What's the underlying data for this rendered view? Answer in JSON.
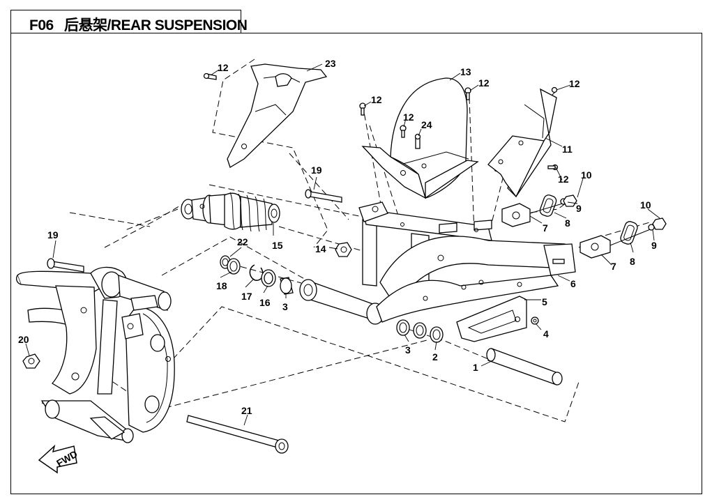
{
  "title": {
    "code": "F06",
    "name": "后悬架/REAR SUSPENSION"
  },
  "direction_marker": "FWD",
  "callouts": [
    {
      "id": "c1",
      "label": "1"
    },
    {
      "id": "c2",
      "label": "2"
    },
    {
      "id": "c3a",
      "label": "3"
    },
    {
      "id": "c3b",
      "label": "3"
    },
    {
      "id": "c4",
      "label": "4"
    },
    {
      "id": "c5",
      "label": "5"
    },
    {
      "id": "c6",
      "label": "6"
    },
    {
      "id": "c7a",
      "label": "7"
    },
    {
      "id": "c7b",
      "label": "7"
    },
    {
      "id": "c8a",
      "label": "8"
    },
    {
      "id": "c8b",
      "label": "8"
    },
    {
      "id": "c9a",
      "label": "9"
    },
    {
      "id": "c9b",
      "label": "9"
    },
    {
      "id": "c10a",
      "label": "10"
    },
    {
      "id": "c10b",
      "label": "10"
    },
    {
      "id": "c11",
      "label": "11"
    },
    {
      "id": "c12a",
      "label": "12"
    },
    {
      "id": "c12b",
      "label": "12"
    },
    {
      "id": "c12c",
      "label": "12"
    },
    {
      "id": "c12d",
      "label": "12"
    },
    {
      "id": "c12e",
      "label": "12"
    },
    {
      "id": "c12f",
      "label": "12"
    },
    {
      "id": "c13",
      "label": "13"
    },
    {
      "id": "c14",
      "label": "14"
    },
    {
      "id": "c15",
      "label": "15"
    },
    {
      "id": "c16",
      "label": "16"
    },
    {
      "id": "c17",
      "label": "17"
    },
    {
      "id": "c18",
      "label": "18"
    },
    {
      "id": "c19a",
      "label": "19"
    },
    {
      "id": "c19b",
      "label": "19"
    },
    {
      "id": "c20",
      "label": "20"
    },
    {
      "id": "c21",
      "label": "21"
    },
    {
      "id": "c22",
      "label": "22"
    },
    {
      "id": "c23",
      "label": "23"
    },
    {
      "id": "c24",
      "label": "24"
    }
  ]
}
